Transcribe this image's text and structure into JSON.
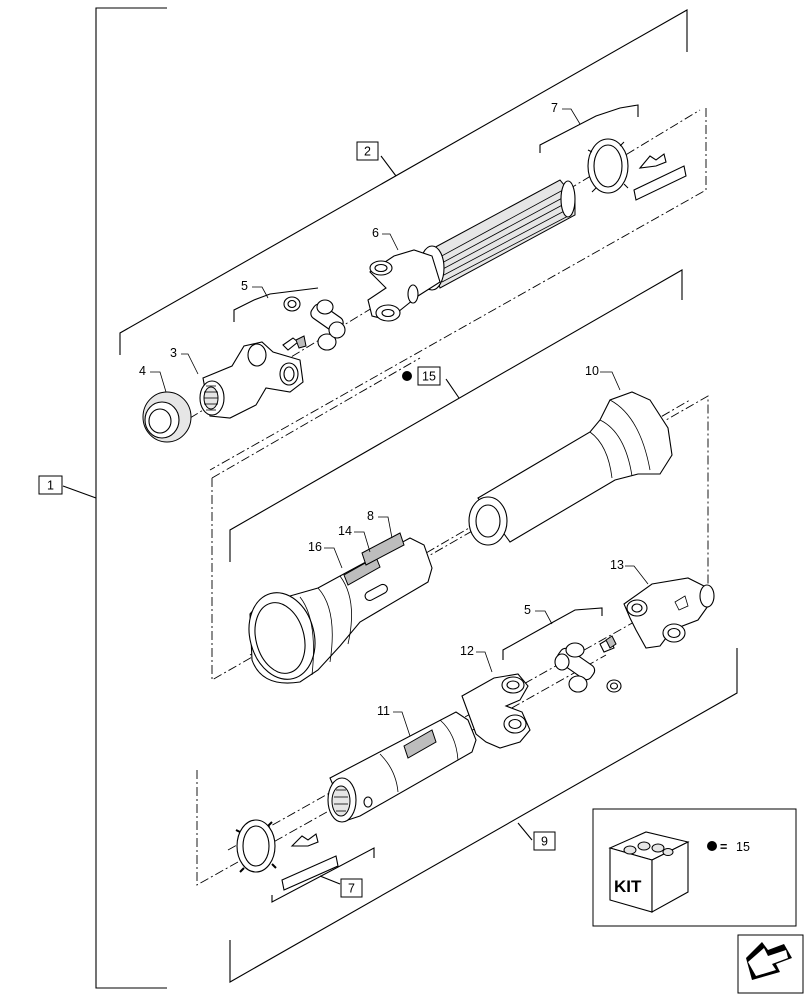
{
  "callouts": {
    "c1": "1",
    "c2": "2",
    "c3": "3",
    "c4": "4",
    "c5a": "5",
    "c5b": "5",
    "c6": "6",
    "c7a": "7",
    "c7b": "7",
    "c8": "8",
    "c9": "9",
    "c10": "10",
    "c11": "11",
    "c12": "12",
    "c13": "13",
    "c14": "14",
    "c15": "15",
    "c16": "16"
  },
  "kit_legend": {
    "kit_label": "KIT",
    "equals_sign": "=",
    "ref_number": "15"
  },
  "icons": [
    "bullet-dot",
    "kit-box-icon",
    "next-page-arrow-icon"
  ],
  "colors": {
    "line": "#000000",
    "background": "#ffffff",
    "shade": "#e6e6e6"
  }
}
